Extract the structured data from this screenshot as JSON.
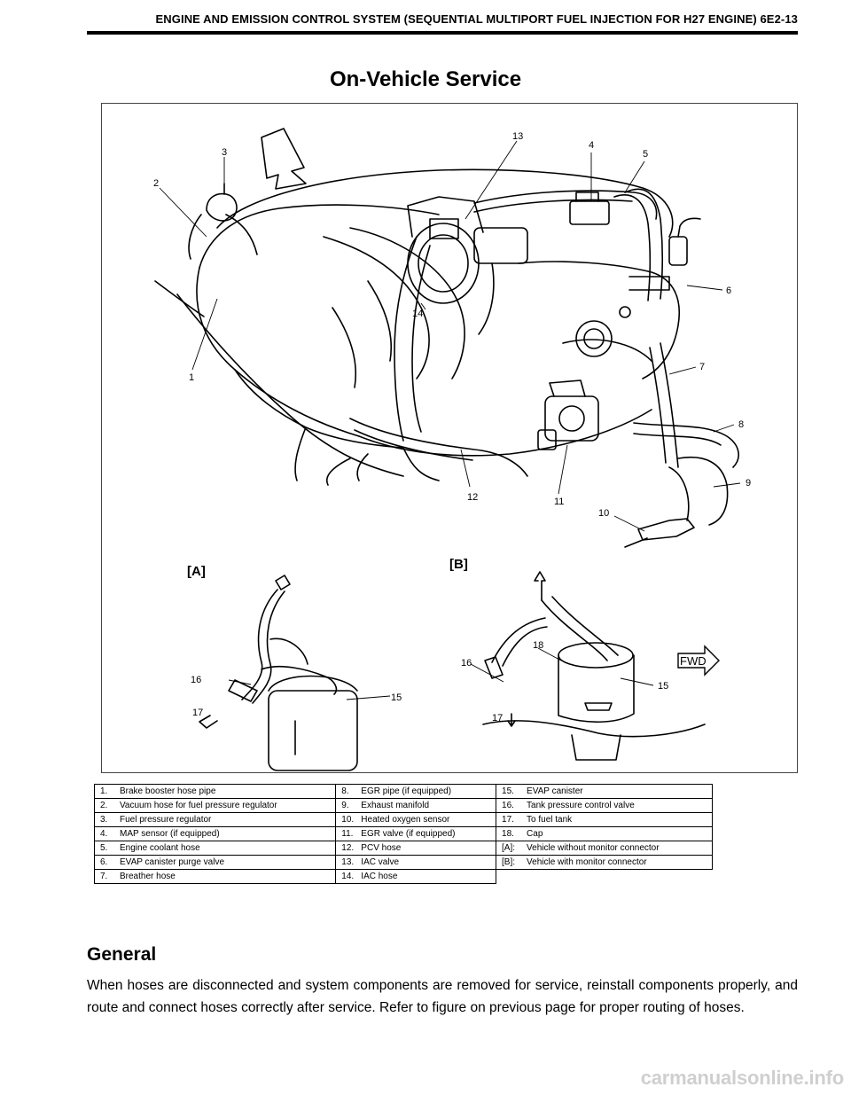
{
  "header": {
    "title": "ENGINE AND EMISSION CONTROL SYSTEM (SEQUENTIAL MULTIPORT FUEL INJECTION FOR H27 ENGINE) 6E2-13"
  },
  "page_title": "On-Vehicle Service",
  "figure": {
    "callouts": {
      "c1": "1",
      "c2": "2",
      "c3": "3",
      "c4": "4",
      "c5": "5",
      "c6": "6",
      "c7": "7",
      "c8": "8",
      "c9": "9",
      "c10": "10",
      "c11": "11",
      "c12": "12",
      "c13": "13",
      "c14": "14",
      "c15a": "15",
      "c15b": "15",
      "c16a": "16",
      "c16b": "16",
      "c17a": "17",
      "c17b": "17",
      "c18": "18"
    },
    "view_a": "[A]",
    "view_b": "[B]",
    "fwd_label": "FWD"
  },
  "legend": {
    "col1": [
      {
        "num": "1.",
        "text": "Brake booster hose pipe"
      },
      {
        "num": "2.",
        "text": "Vacuum hose for fuel pressure regulator"
      },
      {
        "num": "3.",
        "text": "Fuel pressure regulator"
      },
      {
        "num": "4.",
        "text": "MAP sensor (if equipped)"
      },
      {
        "num": "5.",
        "text": "Engine coolant hose"
      },
      {
        "num": "6.",
        "text": "EVAP canister purge valve"
      },
      {
        "num": "7.",
        "text": "Breather hose"
      }
    ],
    "col2": [
      {
        "num": "8.",
        "text": "EGR pipe (if equipped)"
      },
      {
        "num": "9.",
        "text": "Exhaust manifold"
      },
      {
        "num": "10.",
        "text": "Heated oxygen sensor"
      },
      {
        "num": "11.",
        "text": "EGR valve (if equipped)"
      },
      {
        "num": "12.",
        "text": "PCV hose"
      },
      {
        "num": "13.",
        "text": "IAC valve"
      },
      {
        "num": "14.",
        "text": "IAC hose"
      }
    ],
    "col3": [
      {
        "num": "15.",
        "text": "EVAP canister"
      },
      {
        "num": "16.",
        "text": "Tank pressure control valve"
      },
      {
        "num": "17.",
        "text": "To fuel tank"
      },
      {
        "num": "18.",
        "text": "Cap"
      },
      {
        "num": "[A]:",
        "text": "Vehicle without monitor connector"
      },
      {
        "num": "[B]:",
        "text": "Vehicle with monitor connector"
      }
    ]
  },
  "section": {
    "heading": "General",
    "body": "When hoses are disconnected and system components are removed for service, reinstall components properly, and route and connect hoses correctly after service. Refer to figure on previous page for proper routing of hoses."
  },
  "watermark": "carmanualsonline.info"
}
